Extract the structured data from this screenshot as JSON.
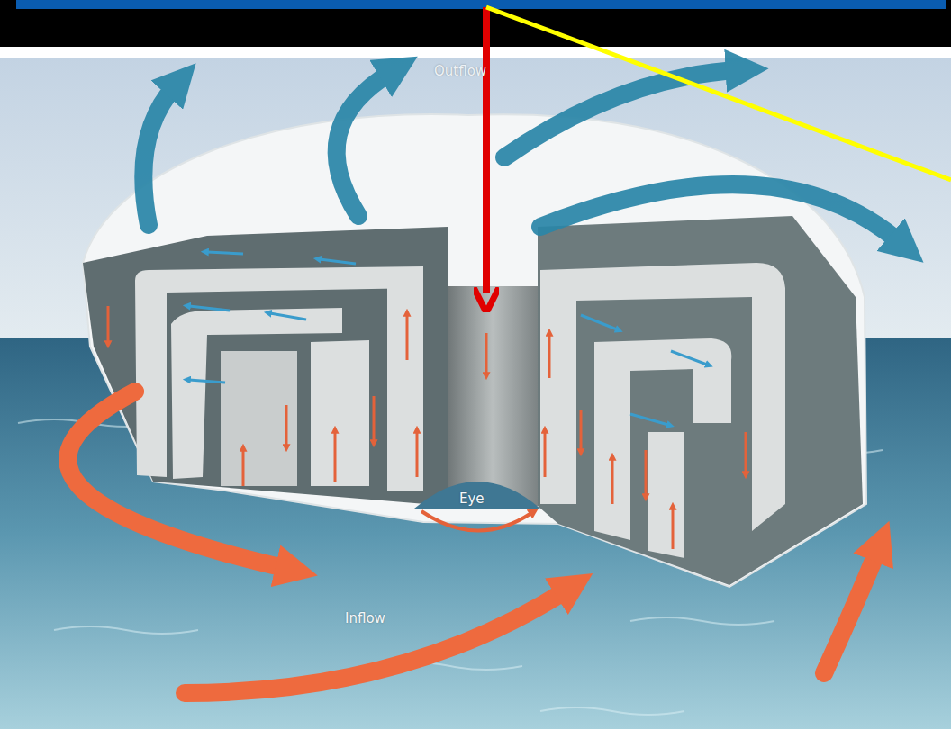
{
  "diagram": {
    "labels": [
      "Outflow",
      "Eye",
      "Inflow"
    ]
  }
}
